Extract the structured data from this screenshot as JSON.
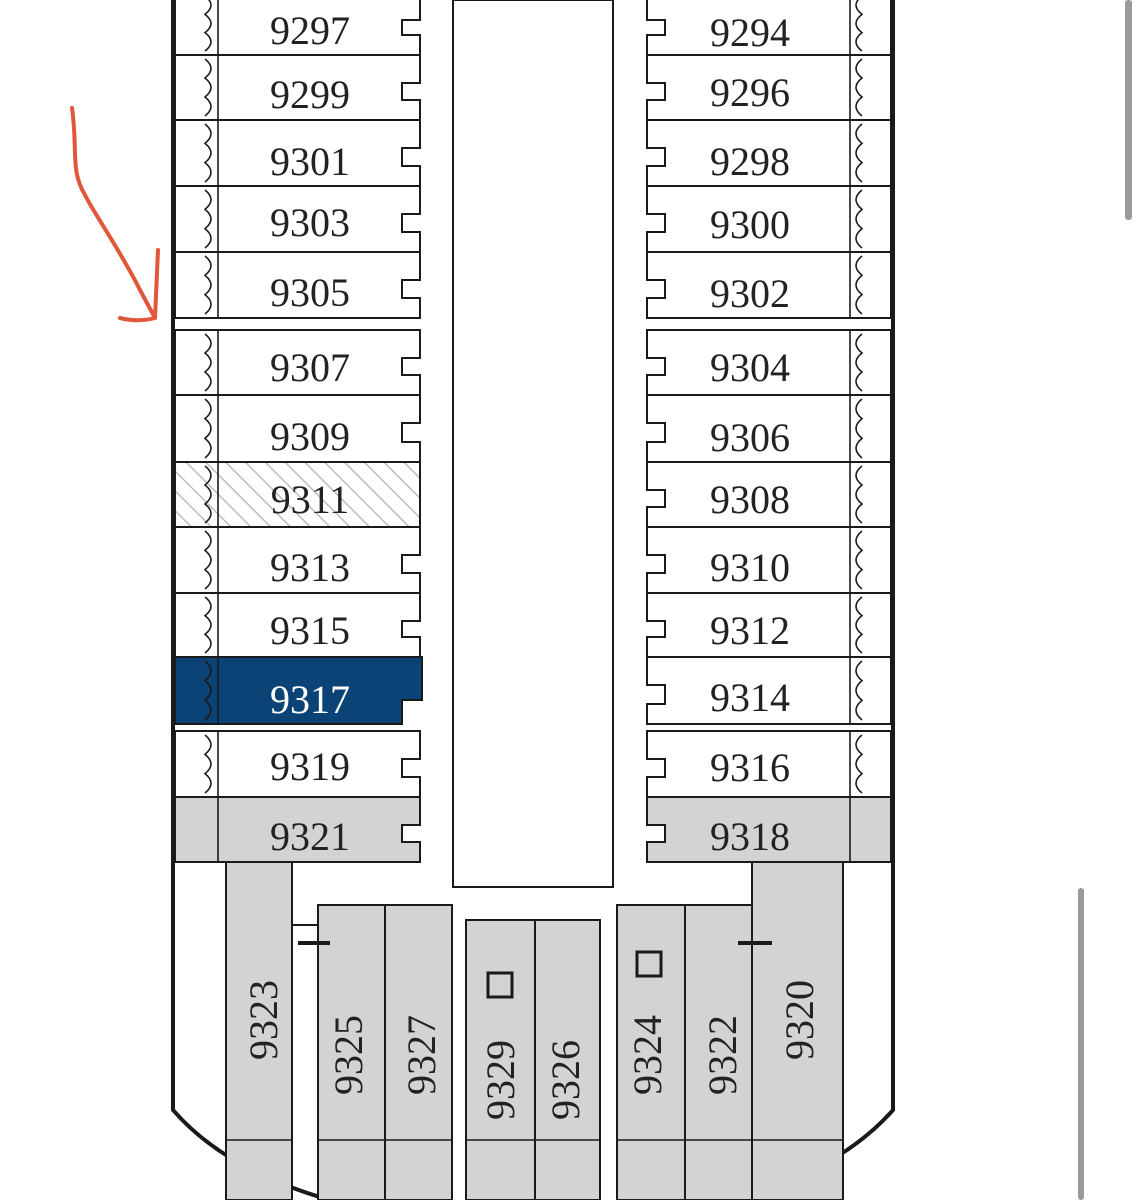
{
  "deck_plan": {
    "port_cabins": [
      {
        "number": "9297",
        "status": "normal"
      },
      {
        "number": "9299",
        "status": "normal"
      },
      {
        "number": "9301",
        "status": "normal"
      },
      {
        "number": "9303",
        "status": "normal"
      },
      {
        "number": "9305",
        "status": "normal"
      },
      {
        "number": "9307",
        "status": "normal"
      },
      {
        "number": "9309",
        "status": "normal"
      },
      {
        "number": "9311",
        "status": "unavailable"
      },
      {
        "number": "9313",
        "status": "normal"
      },
      {
        "number": "9315",
        "status": "normal"
      },
      {
        "number": "9317",
        "status": "selected"
      },
      {
        "number": "9319",
        "status": "normal"
      },
      {
        "number": "9321",
        "status": "suite"
      }
    ],
    "starboard_cabins": [
      {
        "number": "9294",
        "status": "normal"
      },
      {
        "number": "9296",
        "status": "normal"
      },
      {
        "number": "9298",
        "status": "normal"
      },
      {
        "number": "9300",
        "status": "normal"
      },
      {
        "number": "9302",
        "status": "normal"
      },
      {
        "number": "9304",
        "status": "normal"
      },
      {
        "number": "9306",
        "status": "normal"
      },
      {
        "number": "9308",
        "status": "normal"
      },
      {
        "number": "9310",
        "status": "normal"
      },
      {
        "number": "9312",
        "status": "normal"
      },
      {
        "number": "9314",
        "status": "normal"
      },
      {
        "number": "9316",
        "status": "normal"
      },
      {
        "number": "9318",
        "status": "suite"
      }
    ],
    "aft_cabins": [
      "9323",
      "9325",
      "9327",
      "9329",
      "9326",
      "9324",
      "9322",
      "9320"
    ],
    "colors": {
      "selected": "#0b4377",
      "suite": "#d3d3d3",
      "outline": "#1a1a1a",
      "hatch": "#bdbdbd",
      "annotation_arrow": "#e2573a"
    },
    "annotation": "hand-drawn-arrow"
  }
}
